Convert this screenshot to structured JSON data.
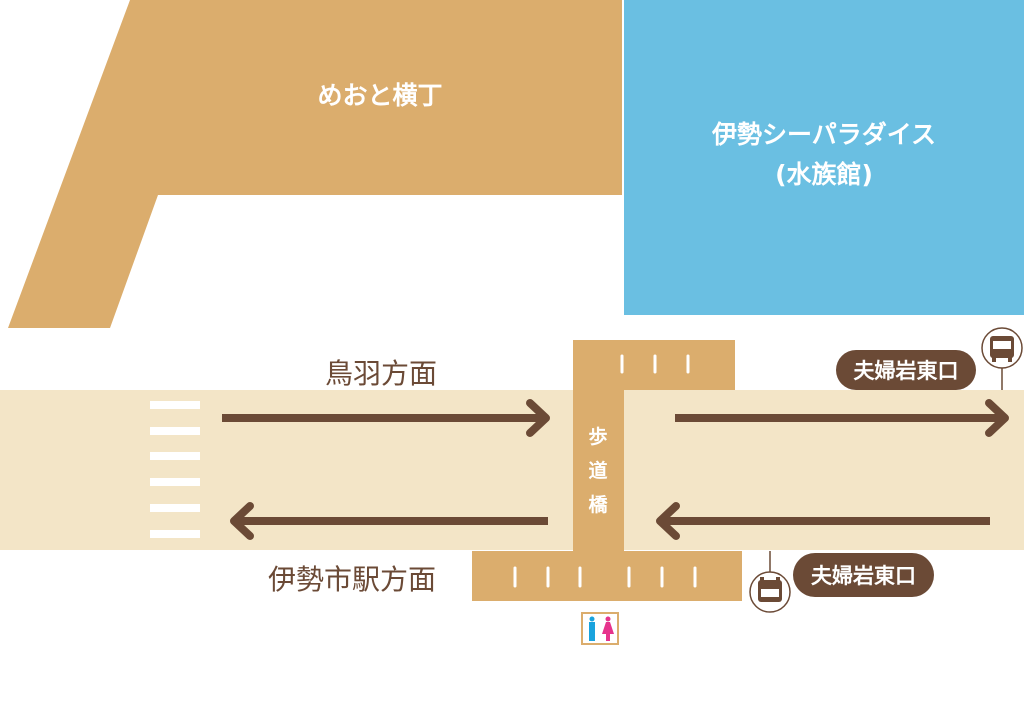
{
  "areas": {
    "meoto_yokocho": "めおと横丁",
    "aquarium_line1": "伊勢シーパラダイス",
    "aquarium_line2": "(水族館)"
  },
  "directions": {
    "toba": "鳥羽方面",
    "iseshi": "伊勢市駅方面"
  },
  "bridge": {
    "chars": [
      "歩",
      "道",
      "橋"
    ]
  },
  "bus_stops": [
    {
      "name": "夫婦岩東口"
    },
    {
      "name": "夫婦岩東口"
    }
  ],
  "colors": {
    "building": "#dbad6d",
    "aquarium": "#6abfe2",
    "road": "#f3e5c7",
    "brown": "#6b4a36",
    "male": "#1aa3dd",
    "female": "#e6338c"
  }
}
